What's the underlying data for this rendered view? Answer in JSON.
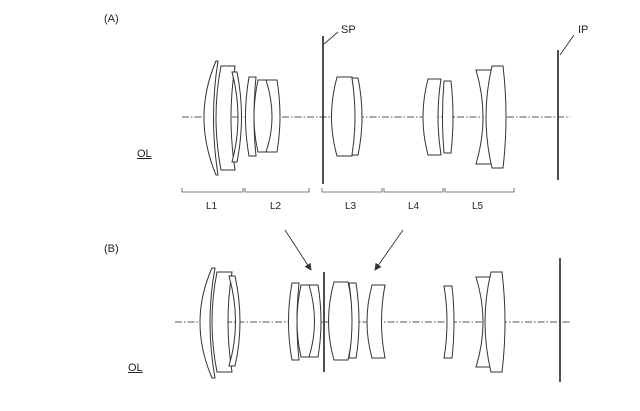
{
  "panel_a": {
    "label": "(A)",
    "stop_label": "SP",
    "image_plane_label": "IP",
    "object_label": "OL",
    "groups": [
      "L1",
      "L2",
      "L3",
      "L4",
      "L5"
    ]
  },
  "panel_b": {
    "label": "(B)",
    "object_label": "OL"
  },
  "colors": {
    "line": "#333333",
    "background": "#ffffff"
  }
}
